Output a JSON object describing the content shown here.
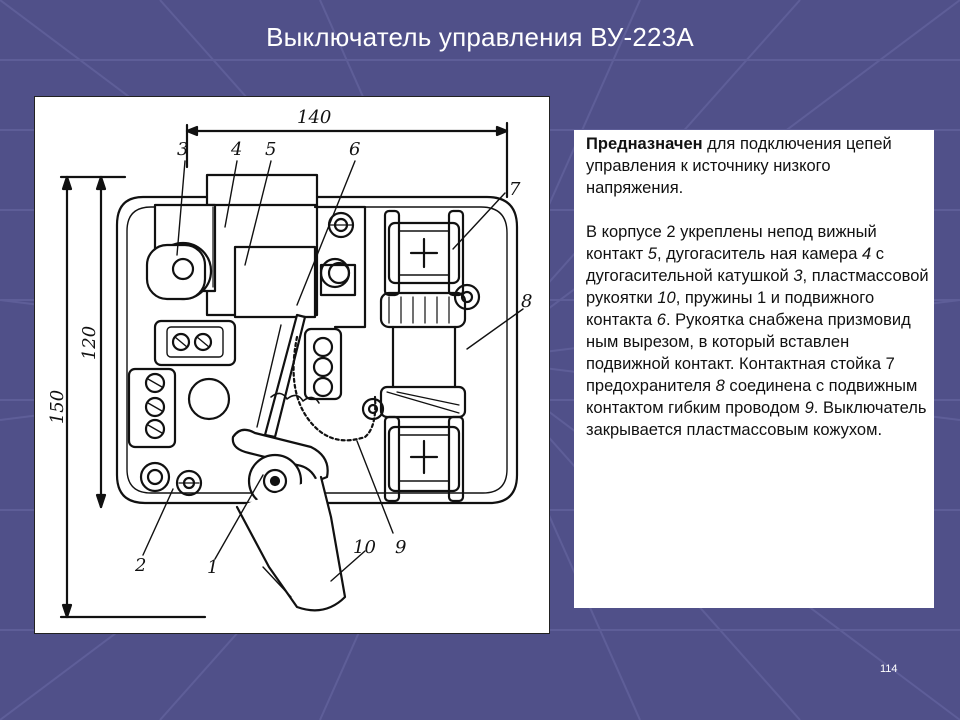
{
  "slide": {
    "title": "Выключатель управления  ВУ-223А",
    "number": "114"
  },
  "description": {
    "purpose_bold": "Предназначен",
    "purpose_text": " для подключения цепей управления к источнику низкого напряжения.",
    "body": [
      {
        "t": "В корпусе 2 укреплены непод вижный контакт ",
        "i": false
      },
      {
        "t": "5",
        "i": true
      },
      {
        "t": ", дугогаситель ная камера ",
        "i": false
      },
      {
        "t": "4",
        "i": true
      },
      {
        "t": " с дугогасительной катушкой ",
        "i": false
      },
      {
        "t": "3",
        "i": true
      },
      {
        "t": ", пластмассовой рукоятки ",
        "i": false
      },
      {
        "t": "10",
        "i": true
      },
      {
        "t": ", пружины 1 и подвижного контакта ",
        "i": false
      },
      {
        "t": "6",
        "i": true
      },
      {
        "t": ". Рукоятка снабжена призмовид ным вырезом, в который вставлен подвижной контакт. Контактная стойка 7 предохранителя ",
        "i": false
      },
      {
        "t": "8",
        "i": true
      },
      {
        "t": " соединена с подвижным контактом гибким проводом ",
        "i": false
      },
      {
        "t": "9",
        "i": true
      },
      {
        "t": ". Выключатель закрывается пластмассовым кожухом.",
        "i": false
      }
    ]
  },
  "drawing": {
    "dimensions": {
      "width": "140",
      "height_outer": "150",
      "height_inner": "120"
    },
    "callouts": [
      "1",
      "2",
      "3",
      "4",
      "5",
      "6",
      "7",
      "8",
      "9",
      "10"
    ]
  }
}
